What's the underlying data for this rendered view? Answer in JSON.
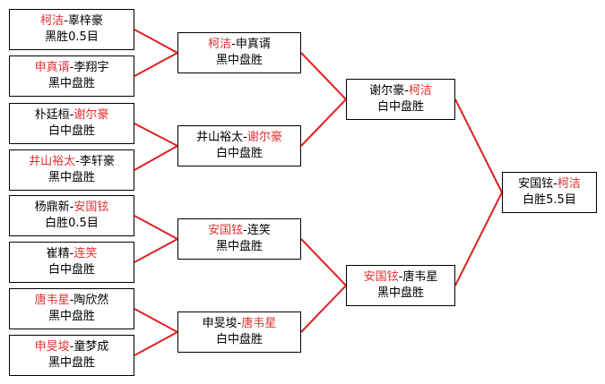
{
  "colors": {
    "winner": "#e03030",
    "text": "#000000",
    "line": "#e02020",
    "border": "#000000"
  },
  "round1": [
    {
      "p1": "柯洁",
      "p2": "辜梓豪",
      "winner": 1,
      "result": "黑胜0.5目"
    },
    {
      "p1": "申真谞",
      "p2": "李翔宇",
      "winner": 1,
      "result": "黑中盘胜"
    },
    {
      "p1": "朴廷桓",
      "p2": "谢尔豪",
      "winner": 2,
      "result": "白中盘胜"
    },
    {
      "p1": "井山裕太",
      "p2": "李轩豪",
      "winner": 1,
      "result": "黑中盘胜"
    },
    {
      "p1": "杨鼎新",
      "p2": "安国铉",
      "winner": 2,
      "result": "白胜0.5目"
    },
    {
      "p1": "崔精",
      "p2": "连笑",
      "winner": 2,
      "result": "白中盘胜"
    },
    {
      "p1": "唐韦星",
      "p2": "陶欣然",
      "winner": 1,
      "result": "黑中盘胜"
    },
    {
      "p1": "申旻埈",
      "p2": "童梦成",
      "winner": 1,
      "result": "黑中盘胜"
    }
  ],
  "round2": [
    {
      "p1": "柯洁",
      "p2": "申真谞",
      "winner": 1,
      "result": "黑中盘胜"
    },
    {
      "p1": "井山裕太",
      "p2": "谢尔豪",
      "winner": 2,
      "result": "白中盘胜"
    },
    {
      "p1": "安国铉",
      "p2": "连笑",
      "winner": 1,
      "result": "黑中盘胜"
    },
    {
      "p1": "申旻埈",
      "p2": "唐韦星",
      "winner": 2,
      "result": "白中盘胜"
    }
  ],
  "round3": [
    {
      "p1": "谢尔豪",
      "p2": "柯洁",
      "winner": 2,
      "result": "白中盘胜"
    },
    {
      "p1": "安国铉",
      "p2": "唐韦星",
      "winner": 1,
      "result": "黑中盘胜"
    }
  ],
  "final": [
    {
      "p1": "安国铉",
      "p2": "柯洁",
      "winner": 2,
      "result": "白胜5.5目"
    }
  ]
}
